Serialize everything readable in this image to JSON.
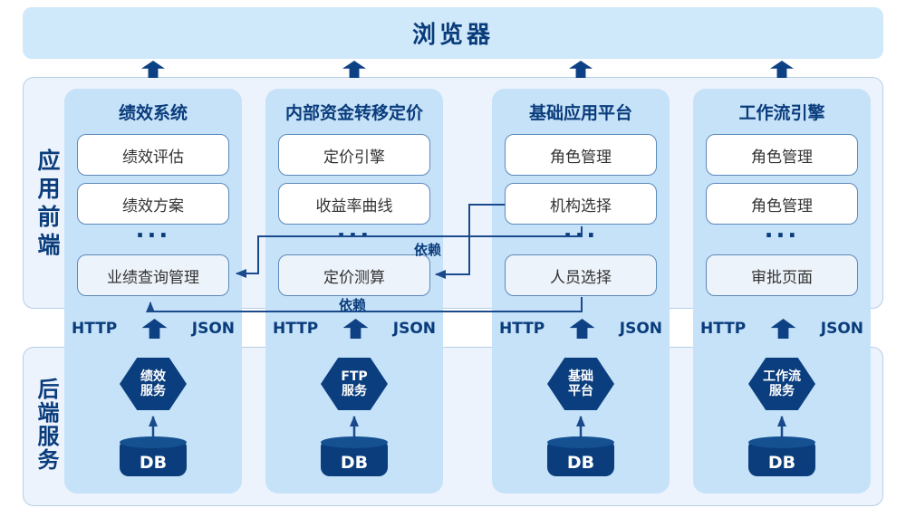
{
  "browser": {
    "label": "浏览器"
  },
  "frontend": {
    "label": "应用前端"
  },
  "backend": {
    "label": "后端服务"
  },
  "ellipsis": "...",
  "dependencies": [
    {
      "label": "依赖"
    },
    {
      "label": "依赖"
    }
  ],
  "columns": [
    {
      "title": "绩效系统",
      "items": [
        "绩效评估",
        "绩效方案",
        "业绩查询管理"
      ],
      "http": "HTTP",
      "json": "JSON",
      "service": [
        "绩效",
        "服务"
      ],
      "db": "DB"
    },
    {
      "title": "内部资金转移定价",
      "items": [
        "定价引擎",
        "收益率曲线",
        "定价测算"
      ],
      "http": "HTTP",
      "json": "JSON",
      "service": [
        "FTP",
        "服务"
      ],
      "db": "DB"
    },
    {
      "title": "基础应用平台",
      "items": [
        "角色管理",
        "机构选择",
        "人员选择"
      ],
      "http": "HTTP",
      "json": "JSON",
      "service": [
        "基础",
        "平台"
      ],
      "db": "DB"
    },
    {
      "title": "工作流引擎",
      "items": [
        "角色管理",
        "角色管理",
        "审批页面"
      ],
      "http": "HTTP",
      "json": "JSON",
      "service": [
        "工作流",
        "服务"
      ],
      "db": "DB"
    }
  ],
  "colors": {
    "navy_text": "#0a3c7c",
    "node_fill": "#0b3e7e",
    "line": "#1a4a8c",
    "panel_fill": "#c6e2f8",
    "container_fill": "#ecf3fc",
    "browser_bar_fill": "#cfe8fa",
    "box_border": "#5d89ba",
    "tinted_box_fill": "#edf3fa"
  }
}
